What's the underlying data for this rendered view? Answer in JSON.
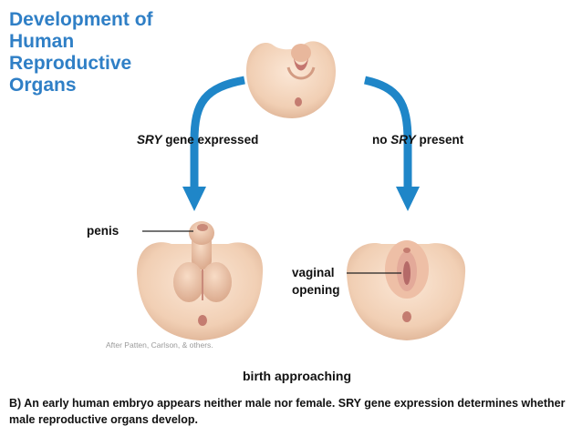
{
  "title": "Development of Human Reproductive Organs",
  "branch_left": {
    "italic": "SRY",
    "text": " gene expressed"
  },
  "branch_right": {
    "prefix": "no ",
    "italic": "SRY",
    "text": " present"
  },
  "labels": {
    "penis": "penis",
    "vaginal_line1": "vaginal",
    "vaginal_line2": "opening",
    "stage": "birth approaching"
  },
  "credit": "After Patten, Carlson, & others.",
  "caption": "B) An early human embryo appears neither male nor female. SRY gene expression determines whether male reproductive organs develop.",
  "colors": {
    "title": "#2f7fc6",
    "arrow": "#1f86c8",
    "skin": "#f3d5bd",
    "skin_shade": "#d9a98c",
    "fold": "#c97f78"
  }
}
